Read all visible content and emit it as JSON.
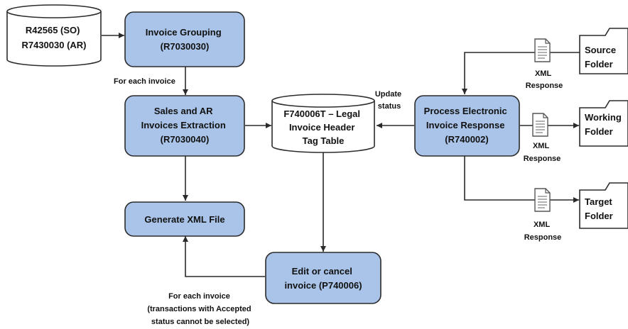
{
  "colors": {
    "process_fill": "#a9c4e8",
    "process_stroke": "#2b2b2b",
    "line": "#2a2a2a",
    "text": "#111111"
  },
  "nodes": {
    "source_programs": {
      "lines": [
        "R42565 (SO)",
        "R7430030  (AR)"
      ]
    },
    "invoice_grouping": {
      "lines": [
        "Invoice Grouping",
        "(R7030030)"
      ]
    },
    "sales_ar_extraction": {
      "lines": [
        "Sales and AR",
        "Invoices Extraction",
        "(R7030040)"
      ]
    },
    "legal_invoice_table": {
      "lines": [
        "F740006T – Legal",
        "Invoice Header",
        "Tag Table"
      ]
    },
    "process_response": {
      "lines": [
        "Process Electronic",
        "Invoice Response",
        "(R740002)"
      ]
    },
    "generate_xml": {
      "lines": [
        "Generate XML File"
      ]
    },
    "edit_cancel": {
      "lines": [
        "Edit or cancel",
        "invoice (P740006)"
      ]
    },
    "source_folder": {
      "lines": [
        "Source",
        "Folder"
      ]
    },
    "working_folder": {
      "lines": [
        "Working",
        "Folder"
      ]
    },
    "target_folder": {
      "lines": [
        "Target",
        "Folder"
      ]
    }
  },
  "labels": {
    "for_each_invoice_top": "For each invoice",
    "update_status": [
      "Update",
      "status"
    ],
    "xml_response_source": [
      "XML",
      "Response"
    ],
    "xml_response_working": [
      "XML",
      "Response"
    ],
    "xml_response_target": [
      "XML",
      "Response"
    ],
    "for_each_invoice_bottom": [
      "For each invoice",
      "(transactions with Accepted",
      "status cannot be selected)"
    ]
  },
  "icons": {
    "xml_doc": "document-icon",
    "folder": "folder-icon",
    "database": "database-cylinder-icon"
  }
}
